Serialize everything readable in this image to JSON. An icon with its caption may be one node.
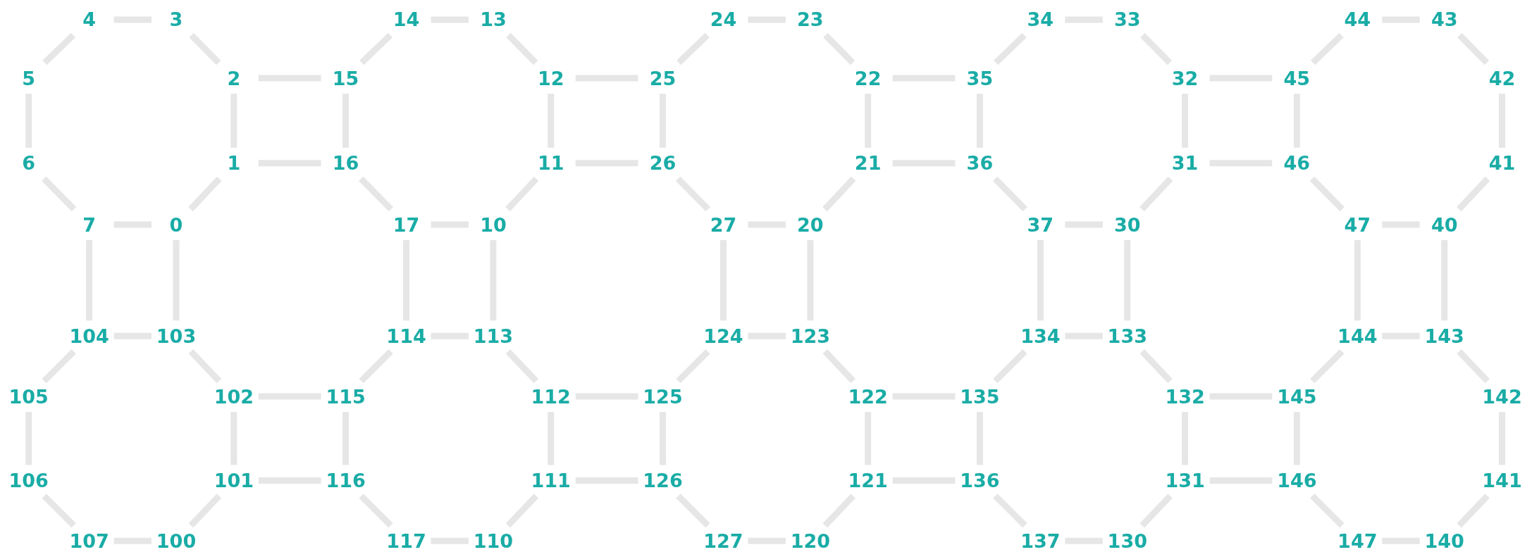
{
  "diagram": {
    "nodes": [
      {
        "text": [
          "4"
        ]
      },
      {
        "text": [
          "3"
        ]
      },
      {
        "text": [
          "14"
        ]
      },
      {
        "text": [
          "13"
        ]
      },
      {
        "text": [
          "24"
        ]
      },
      {
        "text": [
          "23"
        ]
      },
      {
        "text": [
          "34"
        ]
      },
      {
        "text": [
          "33"
        ]
      },
      {
        "text": [
          "44"
        ]
      },
      {
        "text": [
          "43"
        ]
      },
      {
        "text": [
          "5"
        ]
      },
      {
        "text": [
          "2"
        ]
      },
      {
        "text": [
          "15"
        ]
      },
      {
        "text": [
          "12"
        ]
      },
      {
        "text": [
          "25"
        ]
      },
      {
        "text": [
          "22"
        ]
      },
      {
        "text": [
          "35"
        ]
      },
      {
        "text": [
          "32"
        ]
      },
      {
        "text": [
          "45"
        ]
      },
      {
        "text": [
          "42"
        ]
      },
      {
        "text": [
          "6"
        ]
      },
      {
        "text": [
          "1"
        ]
      },
      {
        "text": [
          "16"
        ]
      },
      {
        "text": [
          "11"
        ]
      },
      {
        "text": [
          "26"
        ]
      },
      {
        "text": [
          "21"
        ]
      },
      {
        "text": [
          "36"
        ]
      },
      {
        "text": [
          "31"
        ]
      },
      {
        "text": [
          "46"
        ]
      },
      {
        "text": [
          "41"
        ]
      },
      {
        "text": [
          "7"
        ]
      },
      {
        "text": [
          "0"
        ]
      },
      {
        "text": [
          "17"
        ]
      },
      {
        "text": [
          "10"
        ]
      },
      {
        "text": [
          "27"
        ]
      },
      {
        "text": [
          "20"
        ]
      },
      {
        "text": [
          "37"
        ]
      },
      {
        "text": [
          "30"
        ]
      },
      {
        "text": [
          "47"
        ]
      },
      {
        "text": [
          "40"
        ]
      },
      {
        "text": [
          "104"
        ]
      },
      {
        "text": [
          "103"
        ]
      },
      {
        "text": [
          "114"
        ]
      },
      {
        "text": [
          "113"
        ]
      },
      {
        "text": [
          "124"
        ]
      },
      {
        "text": [
          "123"
        ]
      },
      {
        "text": [
          "134"
        ]
      },
      {
        "text": [
          "133"
        ]
      },
      {
        "text": [
          "144"
        ]
      },
      {
        "text": [
          "143"
        ]
      },
      {
        "text": [
          "105"
        ]
      },
      {
        "text": [
          "102"
        ]
      },
      {
        "text": [
          "115"
        ]
      },
      {
        "text": [
          "112"
        ]
      },
      {
        "text": [
          "125"
        ]
      },
      {
        "text": [
          "122"
        ]
      },
      {
        "text": [
          "135"
        ]
      },
      {
        "text": [
          "132"
        ]
      },
      {
        "text": [
          "145"
        ]
      },
      {
        "text": [
          "142"
        ]
      },
      {
        "text": [
          "106"
        ]
      },
      {
        "text": [
          "101"
        ]
      },
      {
        "text": [
          "116"
        ]
      },
      {
        "text": [
          "111"
        ]
      },
      {
        "text": [
          "126"
        ]
      },
      {
        "text": [
          "121"
        ]
      },
      {
        "text": [
          "136"
        ]
      },
      {
        "text": [
          "131"
        ]
      },
      {
        "text": [
          "146"
        ]
      },
      {
        "text": [
          "141"
        ]
      },
      {
        "text": [
          "107"
        ]
      },
      {
        "text": [
          "100"
        ]
      },
      {
        "text": [
          "117"
        ]
      },
      {
        "text": [
          "110"
        ]
      },
      {
        "text": [
          "127"
        ]
      },
      {
        "text": [
          "120"
        ]
      },
      {
        "text": [
          "137"
        ]
      },
      {
        "text": [
          "130"
        ]
      },
      {
        "text": [
          "147"
        ]
      },
      {
        "text": [
          "140"
        ]
      }
    ],
    "edges": [
      {
        "from": 31,
        "to": 21,
        "arrow": "none"
      },
      {
        "from": 21,
        "to": 11,
        "arrow": "none"
      },
      {
        "from": 11,
        "to": 1,
        "arrow": "none"
      },
      {
        "from": 1,
        "to": 0,
        "arrow": "none"
      },
      {
        "from": 0,
        "to": 10,
        "arrow": "none"
      },
      {
        "from": 10,
        "to": 20,
        "arrow": "none"
      },
      {
        "from": 20,
        "to": 30,
        "arrow": "none"
      },
      {
        "from": 30,
        "to": 31,
        "arrow": "none"
      },
      {
        "from": 33,
        "to": 23,
        "arrow": "none"
      },
      {
        "from": 23,
        "to": 13,
        "arrow": "none"
      },
      {
        "from": 13,
        "to": 3,
        "arrow": "none"
      },
      {
        "from": 3,
        "to": 2,
        "arrow": "none"
      },
      {
        "from": 2,
        "to": 12,
        "arrow": "none"
      },
      {
        "from": 12,
        "to": 22,
        "arrow": "none"
      },
      {
        "from": 22,
        "to": 32,
        "arrow": "none"
      },
      {
        "from": 32,
        "to": 33,
        "arrow": "none"
      },
      {
        "from": 35,
        "to": 25,
        "arrow": "none"
      },
      {
        "from": 25,
        "to": 15,
        "arrow": "none"
      },
      {
        "from": 15,
        "to": 5,
        "arrow": "none"
      },
      {
        "from": 5,
        "to": 4,
        "arrow": "none"
      },
      {
        "from": 4,
        "to": 14,
        "arrow": "none"
      },
      {
        "from": 14,
        "to": 24,
        "arrow": "none"
      },
      {
        "from": 24,
        "to": 34,
        "arrow": "none"
      },
      {
        "from": 34,
        "to": 35,
        "arrow": "none"
      },
      {
        "from": 37,
        "to": 27,
        "arrow": "none"
      },
      {
        "from": 27,
        "to": 17,
        "arrow": "none"
      },
      {
        "from": 17,
        "to": 7,
        "arrow": "none"
      },
      {
        "from": 7,
        "to": 6,
        "arrow": "none"
      },
      {
        "from": 6,
        "to": 16,
        "arrow": "none"
      },
      {
        "from": 16,
        "to": 26,
        "arrow": "none"
      },
      {
        "from": 26,
        "to": 36,
        "arrow": "none"
      },
      {
        "from": 36,
        "to": 37,
        "arrow": "none"
      },
      {
        "from": 39,
        "to": 29,
        "arrow": "none"
      },
      {
        "from": 29,
        "to": 19,
        "arrow": "none"
      },
      {
        "from": 19,
        "to": 9,
        "arrow": "none"
      },
      {
        "from": 9,
        "to": 8,
        "arrow": "none"
      },
      {
        "from": 8,
        "to": 18,
        "arrow": "none"
      },
      {
        "from": 18,
        "to": 28,
        "arrow": "none"
      },
      {
        "from": 28,
        "to": 38,
        "arrow": "none"
      },
      {
        "from": 38,
        "to": 39,
        "arrow": "none"
      },
      {
        "from": 71,
        "to": 61,
        "arrow": "none"
      },
      {
        "from": 61,
        "to": 51,
        "arrow": "none"
      },
      {
        "from": 51,
        "to": 41,
        "arrow": "none"
      },
      {
        "from": 41,
        "to": 40,
        "arrow": "none"
      },
      {
        "from": 40,
        "to": 50,
        "arrow": "none"
      },
      {
        "from": 50,
        "to": 60,
        "arrow": "none"
      },
      {
        "from": 60,
        "to": 70,
        "arrow": "none"
      },
      {
        "from": 70,
        "to": 71,
        "arrow": "none"
      },
      {
        "from": 73,
        "to": 63,
        "arrow": "none"
      },
      {
        "from": 63,
        "to": 53,
        "arrow": "none"
      },
      {
        "from": 53,
        "to": 43,
        "arrow": "none"
      },
      {
        "from": 43,
        "to": 42,
        "arrow": "none"
      },
      {
        "from": 42,
        "to": 52,
        "arrow": "none"
      },
      {
        "from": 52,
        "to": 62,
        "arrow": "none"
      },
      {
        "from": 62,
        "to": 72,
        "arrow": "none"
      },
      {
        "from": 72,
        "to": 73,
        "arrow": "none"
      },
      {
        "from": 75,
        "to": 65,
        "arrow": "none"
      },
      {
        "from": 65,
        "to": 55,
        "arrow": "none"
      },
      {
        "from": 55,
        "to": 45,
        "arrow": "none"
      },
      {
        "from": 45,
        "to": 44,
        "arrow": "none"
      },
      {
        "from": 44,
        "to": 54,
        "arrow": "none"
      },
      {
        "from": 54,
        "to": 64,
        "arrow": "none"
      },
      {
        "from": 64,
        "to": 74,
        "arrow": "none"
      },
      {
        "from": 74,
        "to": 75,
        "arrow": "none"
      },
      {
        "from": 77,
        "to": 67,
        "arrow": "none"
      },
      {
        "from": 67,
        "to": 57,
        "arrow": "none"
      },
      {
        "from": 57,
        "to": 47,
        "arrow": "none"
      },
      {
        "from": 47,
        "to": 46,
        "arrow": "none"
      },
      {
        "from": 46,
        "to": 56,
        "arrow": "none"
      },
      {
        "from": 56,
        "to": 66,
        "arrow": "none"
      },
      {
        "from": 66,
        "to": 76,
        "arrow": "none"
      },
      {
        "from": 76,
        "to": 77,
        "arrow": "none"
      },
      {
        "from": 79,
        "to": 69,
        "arrow": "none"
      },
      {
        "from": 69,
        "to": 59,
        "arrow": "none"
      },
      {
        "from": 59,
        "to": 49,
        "arrow": "none"
      },
      {
        "from": 49,
        "to": 48,
        "arrow": "none"
      },
      {
        "from": 48,
        "to": 58,
        "arrow": "none"
      },
      {
        "from": 58,
        "to": 68,
        "arrow": "none"
      },
      {
        "from": 68,
        "to": 78,
        "arrow": "none"
      },
      {
        "from": 78,
        "to": 79,
        "arrow": "none"
      },
      {
        "from": 11,
        "to": 12,
        "arrow": "none"
      },
      {
        "from": 21,
        "to": 22,
        "arrow": "none"
      },
      {
        "from": 13,
        "to": 14,
        "arrow": "none"
      },
      {
        "from": 23,
        "to": 24,
        "arrow": "none"
      },
      {
        "from": 15,
        "to": 16,
        "arrow": "none"
      },
      {
        "from": 25,
        "to": 26,
        "arrow": "none"
      },
      {
        "from": 17,
        "to": 18,
        "arrow": "none"
      },
      {
        "from": 27,
        "to": 28,
        "arrow": "none"
      },
      {
        "from": 51,
        "to": 52,
        "arrow": "none"
      },
      {
        "from": 61,
        "to": 62,
        "arrow": "none"
      },
      {
        "from": 53,
        "to": 54,
        "arrow": "none"
      },
      {
        "from": 63,
        "to": 64,
        "arrow": "none"
      },
      {
        "from": 55,
        "to": 56,
        "arrow": "none"
      },
      {
        "from": 65,
        "to": 66,
        "arrow": "none"
      },
      {
        "from": 57,
        "to": 58,
        "arrow": "none"
      },
      {
        "from": 67,
        "to": 68,
        "arrow": "none"
      },
      {
        "from": 31,
        "to": 41,
        "arrow": "none"
      },
      {
        "from": 30,
        "to": 40,
        "arrow": "none"
      },
      {
        "from": 33,
        "to": 43,
        "arrow": "none"
      },
      {
        "from": 32,
        "to": 42,
        "arrow": "none"
      },
      {
        "from": 35,
        "to": 45,
        "arrow": "none"
      },
      {
        "from": 34,
        "to": 44,
        "arrow": "none"
      },
      {
        "from": 37,
        "to": 47,
        "arrow": "none"
      },
      {
        "from": 36,
        "to": 46,
        "arrow": "none"
      },
      {
        "from": 39,
        "to": 49,
        "arrow": "none"
      },
      {
        "from": 38,
        "to": 48,
        "arrow": "none"
      }
    ]
  }
}
